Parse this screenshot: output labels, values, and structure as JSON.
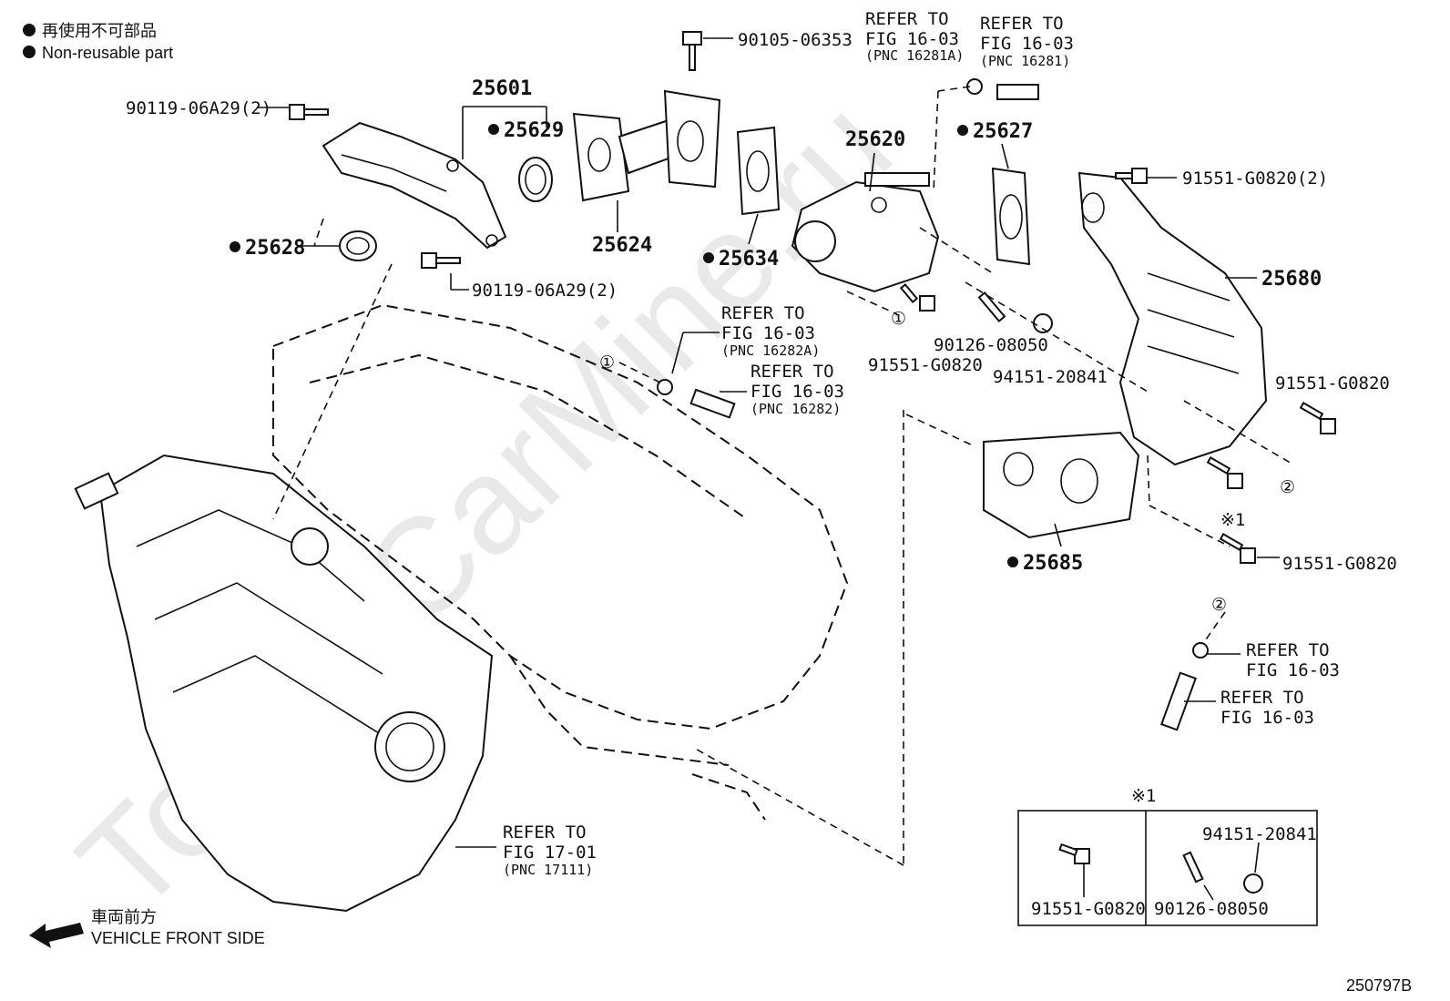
{
  "legend": {
    "jp": "再使用不可部品",
    "en": "Non-reusable part"
  },
  "watermark": "ToyotaCarMine.ru",
  "front": {
    "jp": "車両前方",
    "en": "VEHICLE FRONT SIDE"
  },
  "figure_code": "250797B",
  "parts": {
    "p25601": "25601",
    "p25629": "25629",
    "p25628": "25628",
    "p25624": "25624",
    "p25634": "25634",
    "p25620": "25620",
    "p25627": "25627",
    "p25680": "25680",
    "p25685": "25685"
  },
  "bolts": {
    "b90105": "90105-06353",
    "b90119a": "90119-06A29(2)",
    "b90119b": "90119-06A29(2)",
    "b91551x2": "91551-G0820(2)",
    "b91551a": "91551-G0820",
    "b90126": "90126-08050",
    "b94151": "94151-20841",
    "b91551b": "91551-G0820",
    "b91551c": "91551-G0820"
  },
  "refs": {
    "r1": {
      "l1": "REFER TO",
      "l2": "FIG 16-03",
      "l3": "(PNC 16281A)"
    },
    "r2": {
      "l1": "REFER TO",
      "l2": "FIG 16-03",
      "l3": "(PNC 16281)"
    },
    "r3": {
      "l1": "REFER TO",
      "l2": "FIG 16-03",
      "l3": "(PNC 16282A)"
    },
    "r4": {
      "l1": "REFER TO",
      "l2": "FIG 16-03",
      "l3": "(PNC 16282)"
    },
    "r5": {
      "l1": "REFER TO",
      "l2": "FIG 16-03"
    },
    "r6": {
      "l1": "REFER TO",
      "l2": "FIG 16-03"
    },
    "r7": {
      "l1": "REFER TO",
      "l2": "FIG 17-01",
      "l3": "(PNC 17111)"
    }
  },
  "markers": {
    "m1": "①",
    "m2": "②",
    "note1": "※1"
  },
  "inset": {
    "title": "※1",
    "left": "91551-G0820",
    "right_top": "94151-20841",
    "right_bottom": "90126-08050"
  }
}
